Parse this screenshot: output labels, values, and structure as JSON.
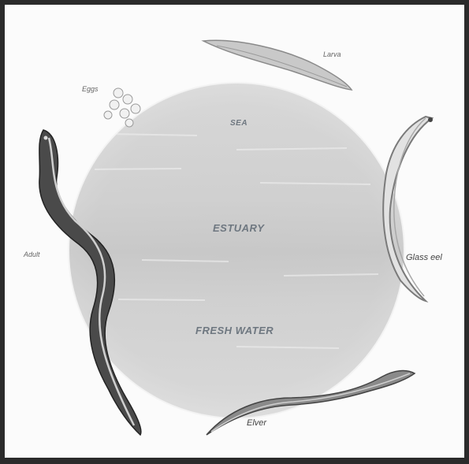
{
  "zones": {
    "sea": "SEA",
    "estuary": "ESTUARY",
    "fresh_water": "FRESH WATER"
  },
  "stages": {
    "eggs": "Eggs",
    "larva": "Larva",
    "glass_eel": "Glass eel",
    "elver": "Elver",
    "adult": "Adult"
  },
  "colors": {
    "water": "#d4d4d4",
    "eel_dark": "#3a3a3a",
    "eel_light": "#e8e8e8",
    "border": "#2b2b2b"
  }
}
